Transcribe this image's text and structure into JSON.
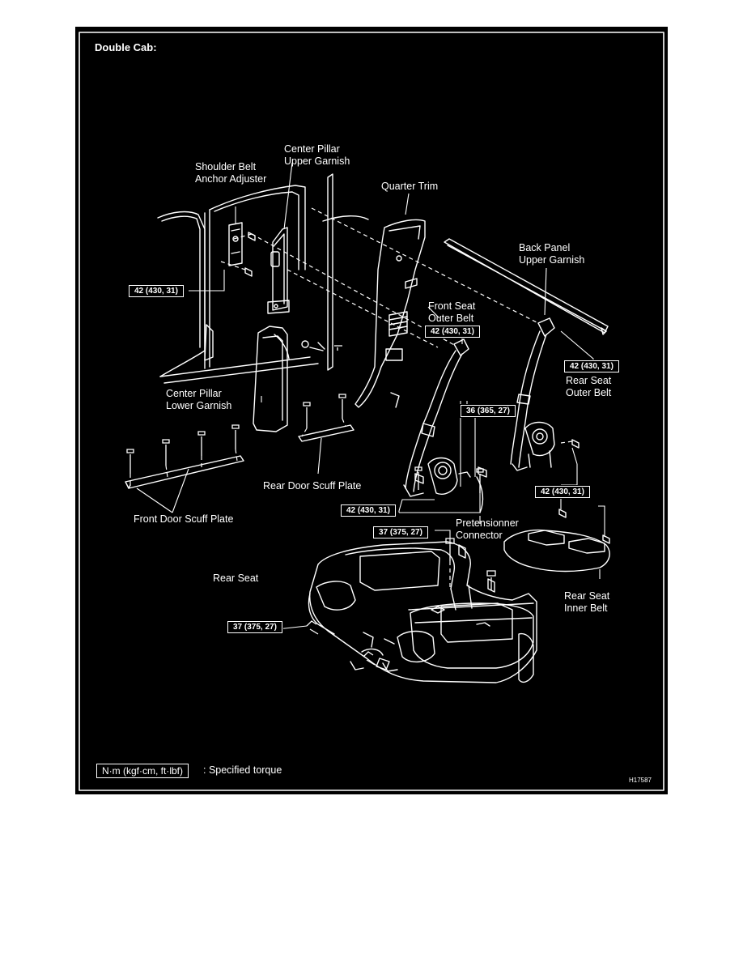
{
  "title": "Double Cab:",
  "drawing_code": "H17587",
  "legend": {
    "box": "N·m (kgf·cm, ft·lbf)",
    "text": ": Specified torque"
  },
  "labels": {
    "center_pillar_upper_garnish": [
      "Center Pillar",
      "Upper Garnish"
    ],
    "shoulder_belt_anchor_adjuster": [
      "Shoulder Belt",
      "Anchor Adjuster"
    ],
    "quarter_trim": [
      "Quarter Trim"
    ],
    "back_panel_upper_garnish": [
      "Back Panel",
      "Upper Garnish"
    ],
    "front_seat_outer_belt": [
      "Front Seat",
      "Outer Belt"
    ],
    "rear_seat_outer_belt": [
      "Rear Seat",
      "Outer Belt"
    ],
    "center_pillar_lower_garnish": [
      "Center Pillar",
      "Lower Garnish"
    ],
    "rear_door_scuff_plate": [
      "Rear Door Scuff Plate"
    ],
    "front_door_scuff_plate": [
      "Front Door Scuff Plate"
    ],
    "pretensioner_connector": [
      "Pretensionner",
      "Connector"
    ],
    "rear_seat": [
      "Rear Seat"
    ],
    "rear_seat_inner_belt": [
      "Rear Seat",
      "Inner Belt"
    ]
  },
  "torques": {
    "shoulder_anchor": "42 (430, 31)",
    "front_outer_upper": "42 (430, 31)",
    "rear_outer_upper": "42 (430, 31)",
    "front_retractor": "36 (365, 27)",
    "rear_outer_lower": "42 (430, 31)",
    "front_outer_lower": "42 (430, 31)",
    "rear_seat_top": "37 (375, 27)",
    "rear_seat_side": "37 (375, 27)"
  }
}
